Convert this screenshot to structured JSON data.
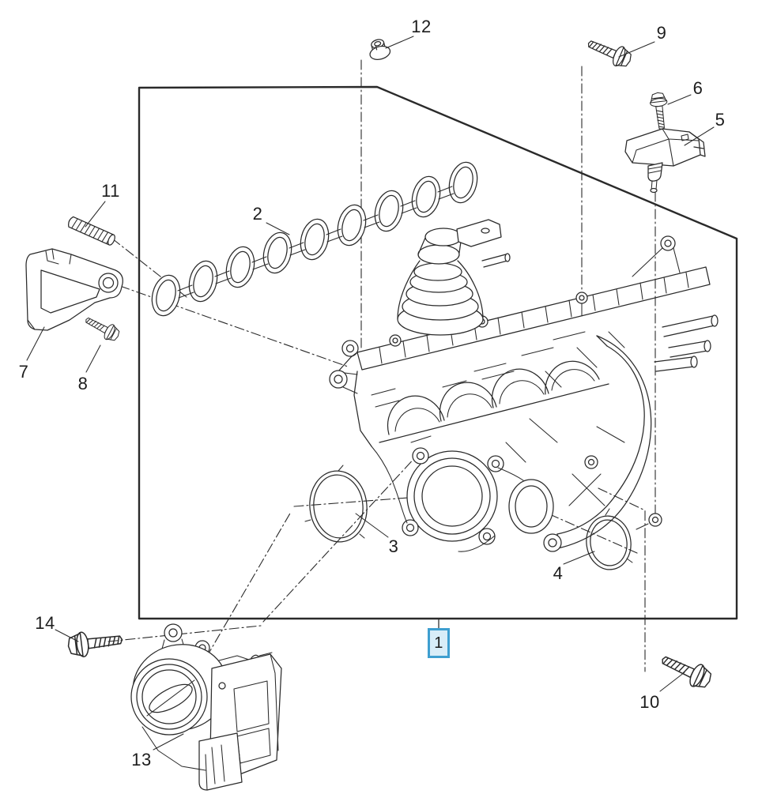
{
  "diagram": {
    "type": "exploded-parts-diagram",
    "subject": "engine intake manifold assembly with throttle body, gaskets, seals, sensor and fasteners"
  },
  "callouts": [
    {
      "num": "1",
      "part": "intake-manifold-assembly",
      "highlighted": true
    },
    {
      "num": "2",
      "part": "intake-manifold-gasket",
      "highlighted": false
    },
    {
      "num": "3",
      "part": "throttle-body-seal",
      "highlighted": false
    },
    {
      "num": "4",
      "part": "manifold-port-seal",
      "highlighted": false
    },
    {
      "num": "5",
      "part": "map-sensor",
      "highlighted": false
    },
    {
      "num": "6",
      "part": "sensor-bolt",
      "highlighted": false
    },
    {
      "num": "7",
      "part": "support-bracket",
      "highlighted": false
    },
    {
      "num": "8",
      "part": "bracket-bolt",
      "highlighted": false
    },
    {
      "num": "9",
      "part": "manifold-bolt",
      "highlighted": false
    },
    {
      "num": "10",
      "part": "manifold-bolt-long",
      "highlighted": false
    },
    {
      "num": "11",
      "part": "manifold-stud",
      "highlighted": false
    },
    {
      "num": "12",
      "part": "manifold-nut",
      "highlighted": false
    },
    {
      "num": "13",
      "part": "throttle-body",
      "highlighted": false
    },
    {
      "num": "14",
      "part": "throttle-body-bolt",
      "highlighted": false
    }
  ],
  "colors": {
    "line": "#2a2a2a",
    "highlight_border": "#3e9fd0",
    "highlight_fill": "#d8edf8",
    "background": "#ffffff"
  }
}
